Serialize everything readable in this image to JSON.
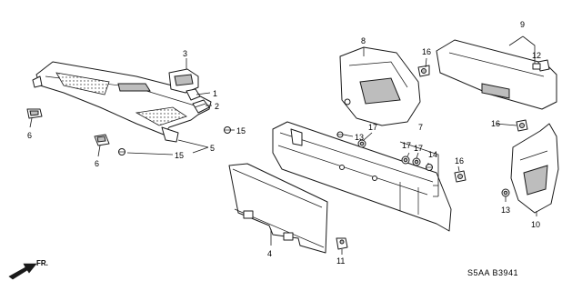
{
  "callouts": {
    "c1": "1",
    "c2": "2",
    "c3": "3",
    "c4": "4",
    "c5": "5",
    "c6a": "6",
    "c6b": "6",
    "c7": "7",
    "c8": "8",
    "c9": "9",
    "c10": "10",
    "c11": "11",
    "c12": "12",
    "c13a": "13",
    "c13b": "13",
    "c14": "14",
    "c15a": "15",
    "c15b": "15",
    "c16a": "16",
    "c16b": "16",
    "c16c": "16",
    "c17a": "17",
    "c17b": "17",
    "c17c": "17"
  },
  "diagram_code": "S5AA  B3941",
  "direction_label": "FR."
}
